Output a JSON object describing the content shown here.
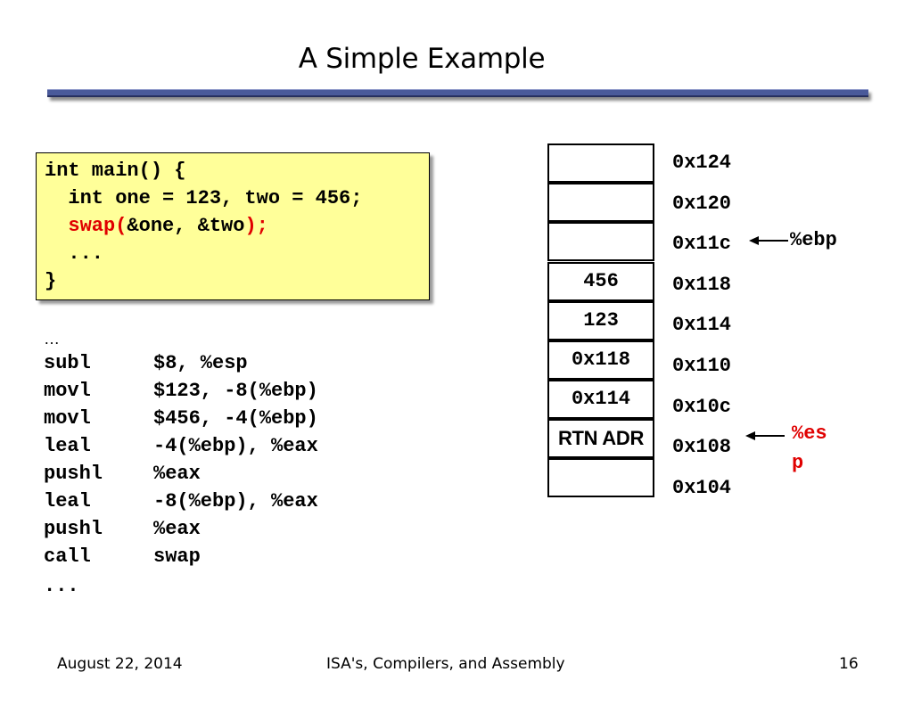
{
  "slide": {
    "title": "A Simple Example"
  },
  "code_box": {
    "lines": [
      "int main() {",
      "  int one = 123, two = 456;",
      "  ...",
      "}"
    ],
    "swap_call": {
      "indent": "  ",
      "fn": "swap(",
      "args": "&one, &two",
      "close": ");"
    }
  },
  "assembly": {
    "ellipsis_top": "…",
    "instructions": [
      {
        "op": "subl",
        "args": "$8, %esp"
      },
      {
        "op": "movl",
        "args": "$123, -8(%ebp)"
      },
      {
        "op": "movl",
        "args": "$456, -4(%ebp)"
      },
      {
        "op": "leal",
        "args": "-4(%ebp), %eax"
      },
      {
        "op": "pushl",
        "args": "%eax"
      },
      {
        "op": "leal",
        "args": "-8(%ebp), %eax"
      },
      {
        "op": "pushl",
        "args": "%eax"
      },
      {
        "op": "call",
        "args": "swap"
      }
    ],
    "ellipsis_bottom": "..."
  },
  "stack": {
    "cells": [
      "",
      "",
      "",
      "456",
      "123",
      "0x118",
      "0x114",
      "RTN ADR",
      ""
    ],
    "addresses": [
      "0x124",
      "0x120",
      "0x11c",
      "0x118",
      "0x114",
      "0x110",
      "0x10c",
      "0x108",
      "0x104"
    ],
    "ebp_label": "%ebp",
    "esp_label_line1": "%es",
    "esp_label_line2": "p",
    "esp_color": "#e00000"
  },
  "footer": {
    "date": "August 22, 2014",
    "course": "ISA's, Compilers, and Assembly",
    "page": "16"
  }
}
